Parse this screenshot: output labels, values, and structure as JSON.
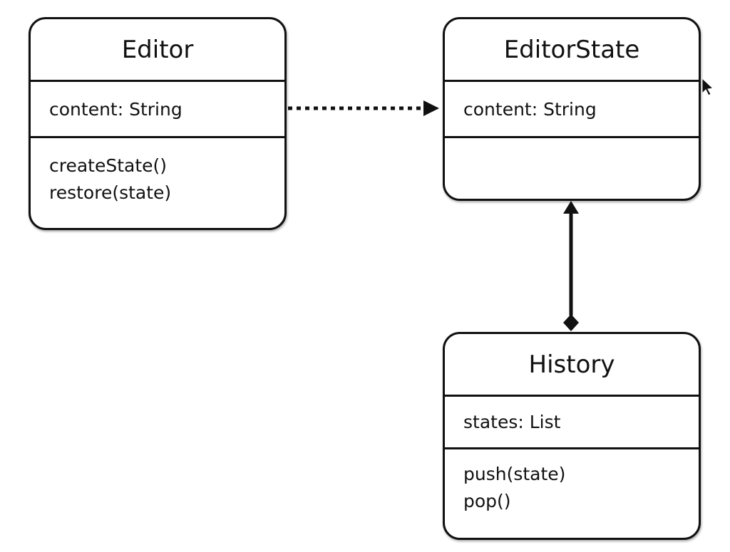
{
  "diagram": {
    "classes": [
      {
        "name": "Editor",
        "attributes": [
          "content: String"
        ],
        "methods": [
          "createState()",
          "restore(state)"
        ]
      },
      {
        "name": "EditorState",
        "attributes": [
          "content: String"
        ],
        "methods": []
      },
      {
        "name": "History",
        "attributes": [
          "states: List"
        ],
        "methods": [
          "push(state)",
          "pop()"
        ]
      }
    ],
    "relationships": [
      {
        "from": "Editor",
        "to": "EditorState",
        "type": "dependency",
        "line_style": "dotted",
        "arrowhead": "filled-triangle"
      },
      {
        "from": "History",
        "to": "EditorState",
        "type": "composition",
        "line_style": "solid",
        "arrowhead": "filled-triangle",
        "tail": "filled-diamond"
      }
    ],
    "colors": {
      "stroke": "#111111",
      "background": "#ffffff"
    }
  }
}
